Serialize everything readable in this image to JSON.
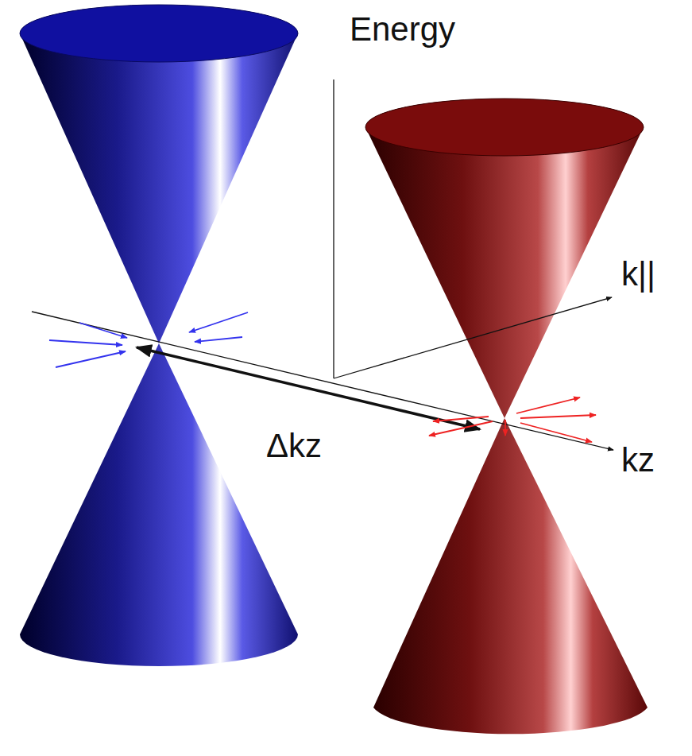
{
  "diagram": {
    "labels": [
      "Energy",
      "k||",
      "kz",
      "Δkz"
    ]
  }
}
